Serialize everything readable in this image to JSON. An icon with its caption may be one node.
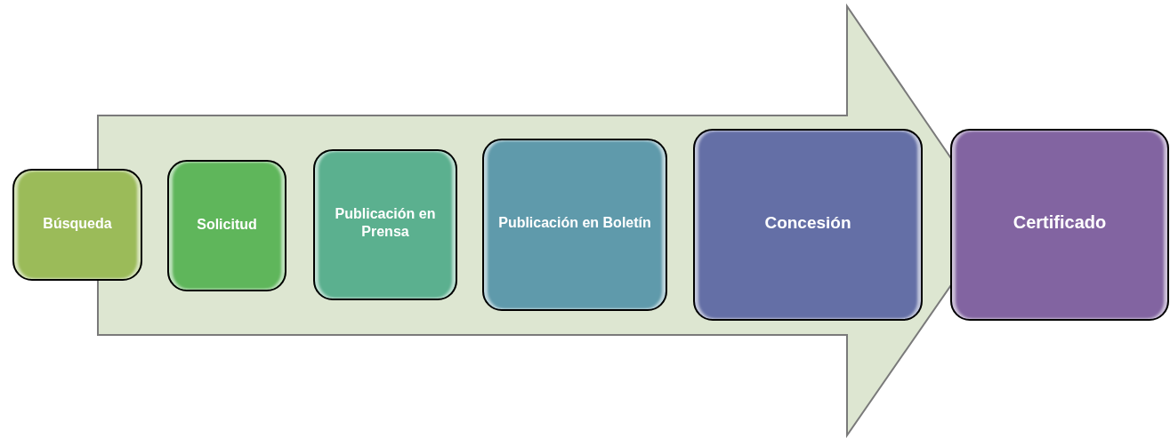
{
  "diagram": {
    "nodes": [
      {
        "text": [
          "Búsqueda"
        ]
      },
      {
        "text": [
          "Solicitud"
        ]
      },
      {
        "text": [
          "Publicación en Prensa"
        ]
      },
      {
        "text": [
          "Publicación en Boletín"
        ]
      },
      {
        "text": [
          "Concesión"
        ]
      },
      {
        "text": [
          "Certificado"
        ]
      }
    ]
  }
}
